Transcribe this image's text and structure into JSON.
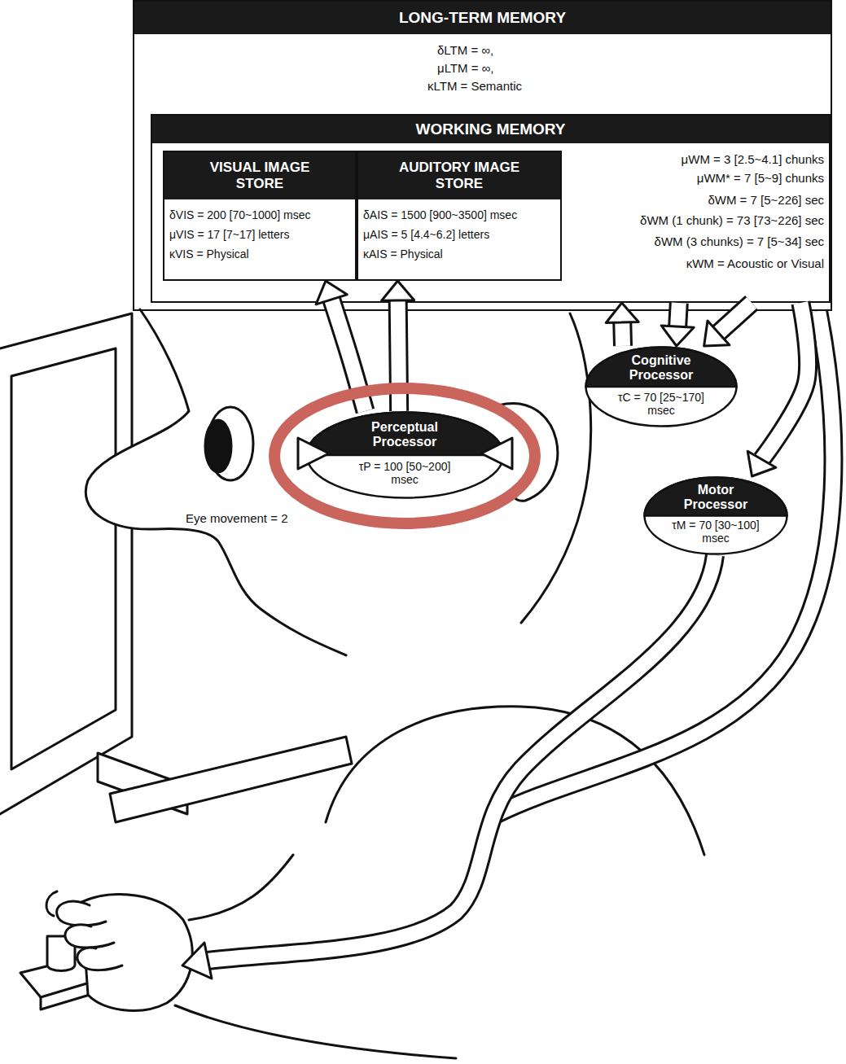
{
  "diagram": {
    "nodes": [
      {
        "text": [
          "LONG-TERM MEMORY",
          "δLTM = ∞,",
          "μLTM = ∞,",
          "κLTM = Semantic"
        ]
      },
      {
        "text": [
          "WORKING MEMORY",
          "μWM = 3 [2.5~4.1] chunks",
          "μWM* = 7 [5~9] chunks",
          "δWM = 7 [5~226] sec",
          "δWM (1 chunk) = 73 [73~226] sec",
          "δWM (3 chunks) = 7 [5~34] sec",
          "κWM = Acoustic or Visual"
        ],
        "in": 0
      },
      {
        "text": [
          "VISUAL IMAGE STORE",
          "δVIS = 200 [70~1000] msec",
          "μVIS = 17 [7~17] letters",
          "κVIS = Physical"
        ],
        "in": 1
      },
      {
        "text": [
          "AUDITORY IMAGE STORE",
          "δAIS = 1500 [900~3500] msec",
          "μAIS = 5 [4.4~6.2] letters",
          "κAIS = Physical"
        ],
        "in": 1
      },
      {
        "text": [
          "Perceptual Processor",
          "τP = 100 [50~200] msec"
        ]
      },
      {
        "text": [
          "Cognitive Processor",
          "τC = 70 [25~170] msec"
        ]
      },
      {
        "text": [
          "Motor Processor",
          "τM = 70 [30~100] msec"
        ]
      }
    ],
    "edges": [
      {
        "from": 4,
        "to": 2,
        "arrow": "to"
      },
      {
        "from": 4,
        "to": 3,
        "arrow": "to"
      },
      {
        "from": 5,
        "to": 1,
        "arrow": "to"
      },
      {
        "from": 1,
        "to": 5,
        "arrow": "to"
      },
      {
        "from": 1,
        "to": 5,
        "arrow": "to"
      },
      {
        "from": 1,
        "to": 6,
        "arrow": "to"
      }
    ],
    "labels": [
      "Eye movement = 2"
    ]
  }
}
